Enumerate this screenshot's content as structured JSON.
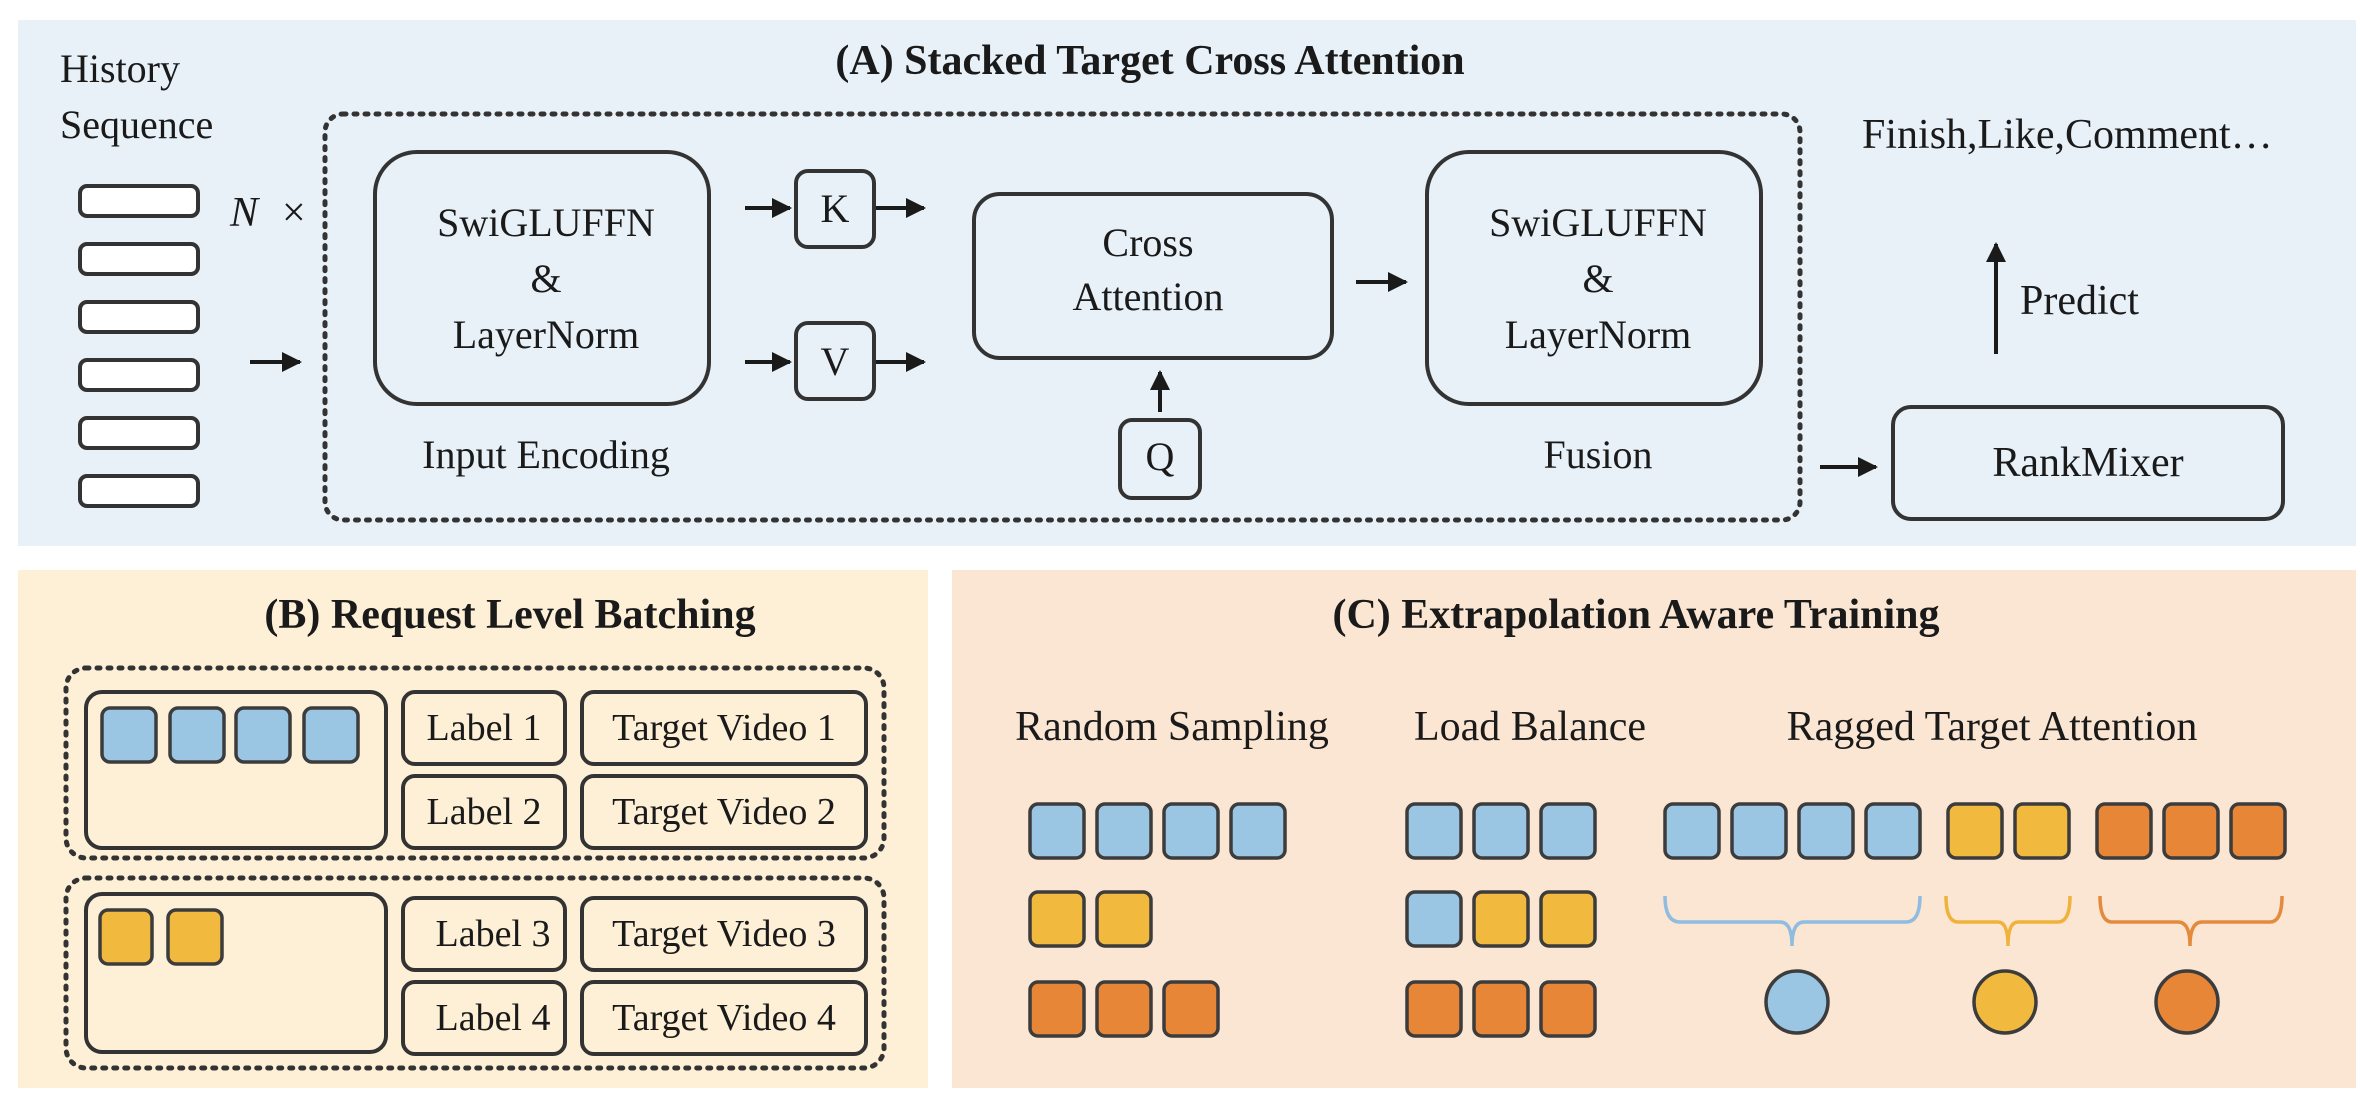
{
  "panel_a": {
    "title": "(A) Stacked Target Cross Attention",
    "history_line1": "History",
    "history_line2": "Sequence",
    "repeat_n": "N",
    "repeat_x": "×",
    "enc_line1": "SwiGLUFFN",
    "enc_line2": "&",
    "enc_line3": "LayerNorm",
    "enc_caption": "Input Encoding",
    "k_label": "K",
    "v_label": "V",
    "q_label": "Q",
    "cross_line1": "Cross",
    "cross_line2": "Attention",
    "fus_line1": "SwiGLUFFN",
    "fus_line2": "&",
    "fus_line3": "LayerNorm",
    "fus_caption": "Fusion",
    "outputs": "Finish,Like,Comment…",
    "predict": "Predict",
    "rankmixer": "RankMixer"
  },
  "panel_b": {
    "title": "(B) Request Level Batching",
    "group1": {
      "labels": [
        "Label 1",
        "Label 2"
      ],
      "targets": [
        "Target Video 1",
        "Target Video 2"
      ]
    },
    "group2": {
      "labels": [
        "Label 3",
        "Label 4"
      ],
      "targets": [
        "Target Video 3",
        "Target Video 4"
      ]
    }
  },
  "panel_c": {
    "title": "(C) Extrapolation Aware Training",
    "random_sampling": "Random Sampling",
    "load_balance": "Load Balance",
    "ragged_attention": "Ragged Target Attention"
  },
  "colors": {
    "panel_a_bg": "#e8f1f8",
    "panel_b_bg": "#fdf0d7",
    "panel_c_bg": "#fae6d2",
    "blue": "#9ac6e4",
    "yellow": "#f2b93f",
    "orange": "#e88637",
    "brace_blue": "#8fbce0",
    "brace_yellow": "#f0b23a",
    "brace_orange": "#e48a3c"
  }
}
